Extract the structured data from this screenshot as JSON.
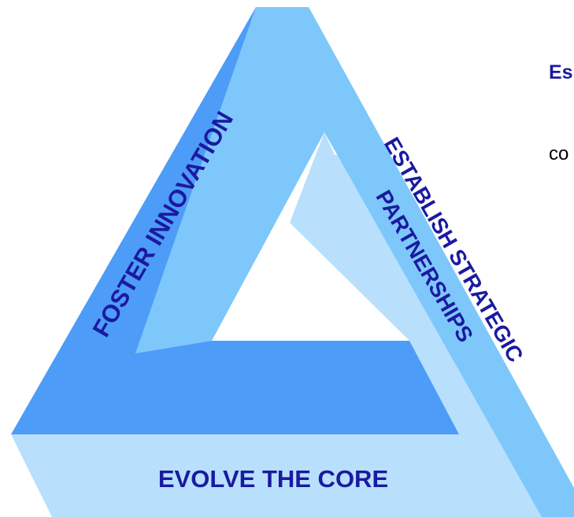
{
  "diagram": {
    "sides": [
      {
        "id": "left",
        "label": "FOSTER INNOVATION"
      },
      {
        "id": "right",
        "label_line1": "ESTABLISH STRATEGIC",
        "label_line2": "PARTNERSHIPS"
      },
      {
        "id": "bottom",
        "label": "EVOLVE THE CORE"
      }
    ],
    "colors": {
      "left_side": "#4d9cf8",
      "right_side": "#7ec7fb",
      "bottom_side": "#b8e0fd",
      "text": "#1a1aa0"
    }
  },
  "right_panel": {
    "heading_fragment": "Es",
    "body_fragment": "co"
  }
}
